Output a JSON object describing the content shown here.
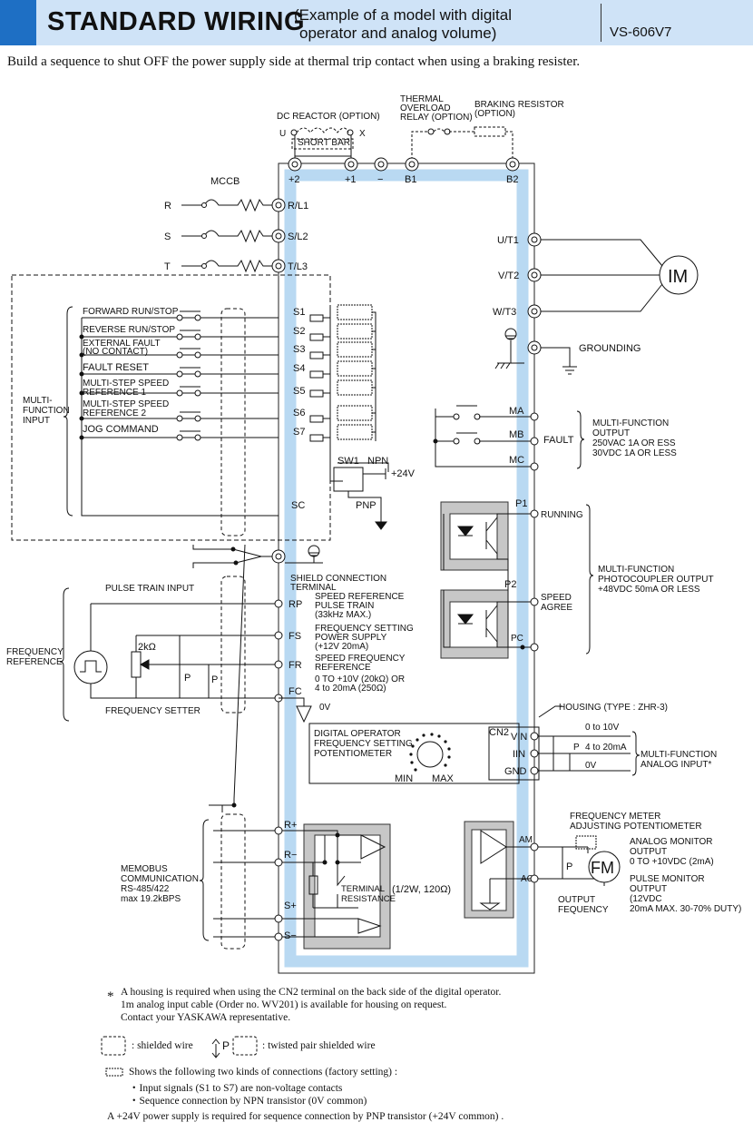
{
  "header": {
    "title": "STANDARD WIRING",
    "subtitle_line1": "(Example of a model with digital",
    "subtitle_line2": "operator and analog volume)",
    "model": "VS-606V7"
  },
  "intro": "Build a sequence to shut OFF the power supply side at thermal trip contact when using a braking resister.",
  "top": {
    "dc_reactor": "DC REACTOR (OPTION)",
    "short_bar": "SHORT BAR",
    "u": "U",
    "x": "X",
    "thermal_1": "THERMAL",
    "thermal_2": "OVERLOAD",
    "thermal_3": "RELAY (OPTION)",
    "braking_1": "BRAKING RESISTOR",
    "braking_2": "(OPTION)",
    "t_p2": "+2",
    "t_p1": "+1",
    "t_minus": "−",
    "t_b1": "B1",
    "t_b2": "B2"
  },
  "power": {
    "mccb": "MCCB",
    "r": "R",
    "s": "S",
    "t": "T",
    "rl1": "R/L1",
    "sl2": "S/L2",
    "tl3": "T/L3",
    "ut1": "U/T1",
    "vt2": "V/T2",
    "wt3": "W/T3",
    "im": "IM",
    "grounding": "GROUNDING"
  },
  "inputs": {
    "group_1": "MULTI-",
    "group_2": "FUNCTION",
    "group_3": "INPUT",
    "items": [
      {
        "l1": "FORWARD RUN/STOP",
        "l2": "",
        "term": "S1"
      },
      {
        "l1": "REVERSE RUN/STOP",
        "l2": "",
        "term": "S2"
      },
      {
        "l1": "EXTERNAL FAULT",
        "l2": "(NO CONTACT)",
        "term": "S3"
      },
      {
        "l1": "FAULT RESET",
        "l2": "",
        "term": "S4"
      },
      {
        "l1": "MULTI-STEP SPEED",
        "l2": "REFERENCE 1",
        "term": "S5"
      },
      {
        "l1": "MULTI-STEP SPEED",
        "l2": "REFERENCE 2",
        "term": "S6"
      },
      {
        "l1": "JOG COMMAND",
        "l2": "",
        "term": "S7"
      }
    ],
    "sw1": "SW1",
    "npn": "NPN",
    "p24": "+24V",
    "sc": "SC",
    "pnp": "PNP"
  },
  "fault": {
    "ma": "MA",
    "mb": "MB",
    "mc": "MC",
    "fault": "FAULT",
    "d1": "MULTI-FUNCTION",
    "d2": "OUTPUT",
    "d3": "250VAC 1A OR ESS",
    "d4": "30VDC 1A OR LESS"
  },
  "photo": {
    "p1": "P1",
    "running": "RUNNING",
    "p2": "P2",
    "speed": "SPEED",
    "agree": "AGREE",
    "pc": "PC",
    "d1": "MULTI-FUNCTION",
    "d2": "PHOTOCOUPLER OUTPUT",
    "d3": "+48VDC 50mA OR LESS"
  },
  "shield": {
    "l1": "SHIELD CONNECTION",
    "l2": "TERMINAL"
  },
  "freq": {
    "pulse_train_input": "PULSE TRAIN INPUT",
    "ref_1": "FREQUENCY",
    "ref_2": "REFERENCE",
    "pot": "2kΩ",
    "p": "P",
    "setter": "FREQUENCY SETTER",
    "rp": "RP",
    "fs": "FS",
    "fr": "FR",
    "fc": "FC",
    "rp_1": "SPEED REFERENCE",
    "rp_2": "PULSE TRAIN",
    "rp_3": "(33kHz MAX.)",
    "fs_1": "FREQUENCY SETTING",
    "fs_2": "POWER SUPPLY",
    "fs_3": "(+12V 20mA)",
    "fr_1": "SPEED FREQUENCY",
    "fr_2": "REFERENCE",
    "fr_3": "0 TO +10V (20kΩ) OR",
    "fr_4": "4 to 20mA (250Ω)",
    "zero_v": "0V"
  },
  "operator": {
    "l1": "DIGITAL OPERATOR",
    "l2": "FREQUENCY SETTING",
    "l3": "POTENTIOMETER",
    "min": "MIN",
    "max": "MAX",
    "cn2": "CN2",
    "housing": "HOUSING (TYPE : ZHR-3)",
    "vin": "VIN",
    "iin": "IIN",
    "gnd": "GND",
    "r1": "0 to 10V",
    "r2": "4 to 20mA",
    "r3": "0V",
    "p": "P",
    "mf1": "MULTI-FUNCTION",
    "mf2": "ANALOG INPUT*"
  },
  "memobus": {
    "l1": "MEMOBUS",
    "l2": "COMMUNICATION",
    "l3": "RS-485/422",
    "l4": "max 19.2kBPS",
    "rp": "R+",
    "rm": "R−",
    "sp": "S+",
    "sm": "S−",
    "term_1": "TERMINAL",
    "term_2": "RESISTANCE",
    "term_val": "(1/2W, 120Ω)"
  },
  "monitor": {
    "am": "AM",
    "ac": "AC",
    "fm": "FM",
    "adj_1": "FREQUENCY METER",
    "adj_2": "ADJUSTING POTENTIOMETER",
    "p": "P",
    "am_1": "ANALOG MONITOR",
    "am_2": "OUTPUT",
    "am_3": "0 TO +10VDC (2mA)",
    "pm_1": "PULSE MONITOR",
    "pm_2": "OUTPUT",
    "pm_3": "(12VDC",
    "pm_4": "20mA MAX. 30-70% DUTY)",
    "of_1": "OUTPUT",
    "of_2": "FEQUENCY"
  },
  "notes": {
    "star": "*",
    "n1": "A housing is required when using the CN2 terminal on the back side of the digital operator.",
    "n2": "1m analog input cable (Order no. WV201) is available for housing on request.",
    "n3": "Contact your YASKAWA representative.",
    "shielded": ": shielded wire",
    "twisted": ": twisted pair shielded wire",
    "p": "P",
    "f1": "Shows the following two kinds of connections (factory setting) :",
    "f2": "・Input signals (S1 to S7) are non-voltage contacts",
    "f3": "・Sequence connection by NPN transistor (0V common)",
    "f4": "A +24V power supply is required for sequence connection by PNP transistor (+24V common) ."
  }
}
